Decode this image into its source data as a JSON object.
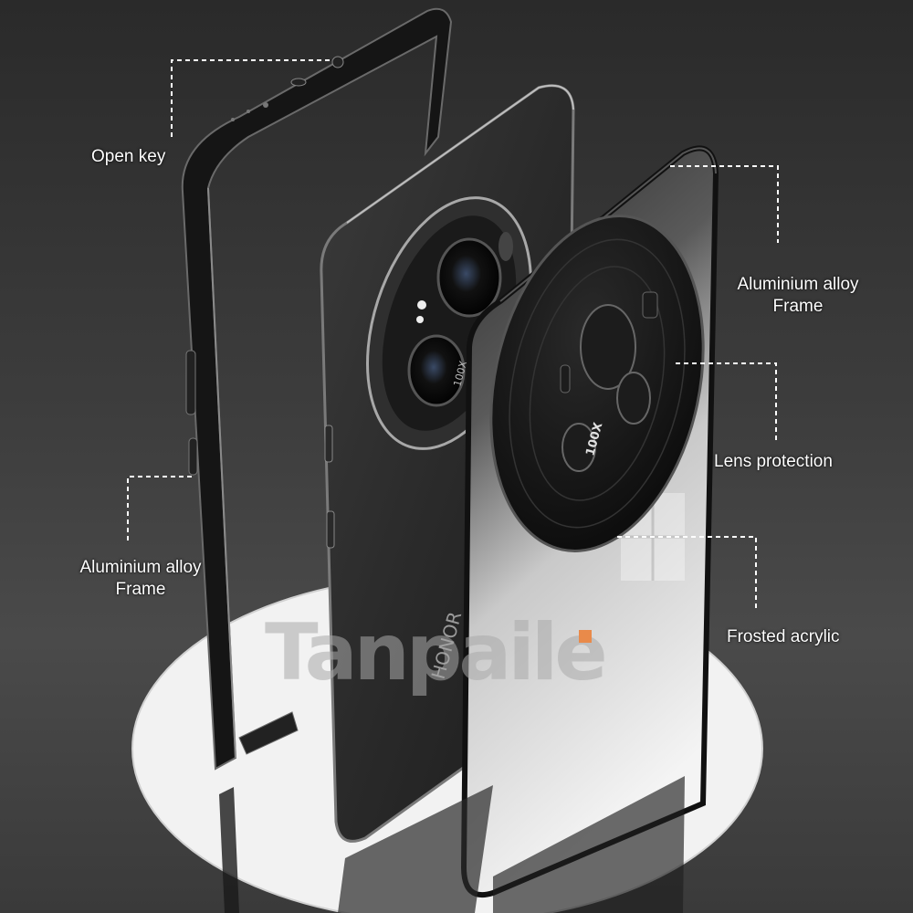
{
  "callouts": {
    "open_key": "Open key",
    "alloy_frame_right": {
      "line1": "Aluminium alloy",
      "line2": "Frame"
    },
    "lens_protection": "Lens protection",
    "frosted_acrylic": "Frosted acrylic",
    "alloy_frame_left": {
      "line1": "Aluminium alloy",
      "line2": "Frame"
    }
  },
  "watermark": "Tanpaile",
  "phone_brand_text": "HONOR",
  "phone_zoom_badge": "100X",
  "case_zoom_badge": "100X",
  "colors": {
    "background": "#3a3a3a",
    "frame": "#1a1a1a",
    "callout_line": "#ffffff",
    "watermark_accent": "#e98a4a"
  }
}
